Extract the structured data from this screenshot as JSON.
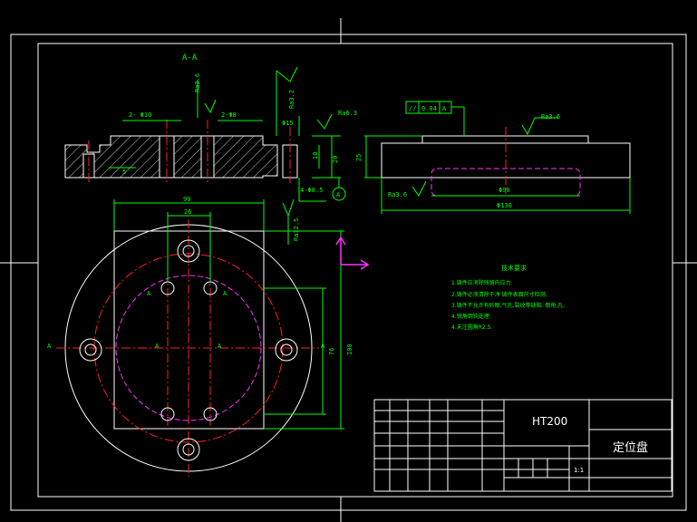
{
  "drawing": {
    "title": "定位盘",
    "material": "HT200",
    "scale": "1:1",
    "colors": {
      "background": "#000000",
      "outline": "#ffffff",
      "dimension": "#00ff00",
      "centerline": "#ff2020",
      "hidden": "#ff33ff",
      "text": "#00ff00",
      "ucs_icon": "#ff33ff",
      "section_arrow": "#ffff00"
    }
  },
  "section_view": {
    "label": "A-A",
    "annotations": {
      "holes_left": "2- Φ10",
      "holes_right": "2-Φ8",
      "roughness_top": "Ra3.6",
      "roughness_v1": "Ra3.2",
      "roughness_v2": "Ra6.3",
      "dim_bore": "Φ15",
      "dim_depth": "10",
      "dim_height": "20",
      "dim_thread": "4-Φ8.5",
      "roughness_bottom": "Ra12.5",
      "dim_left": "5",
      "section_marker": "A"
    }
  },
  "side_view": {
    "annotations": {
      "tolerance_symbol": "//",
      "tolerance_value": "0.04",
      "tolerance_datum": "A",
      "roughness_top": "Ra3.6",
      "roughness_left": "Ra3.6",
      "dim_height": "25",
      "dim_inner": "Φ90",
      "dim_outer": "Φ130"
    }
  },
  "plan_view": {
    "annotations": {
      "dim_90": "90",
      "dim_26": "26",
      "dim_76": "76",
      "dim_100": "100",
      "section_mark": "A"
    }
  },
  "tech_requirements": {
    "title": "技术要求",
    "items": [
      "1.铸件应消除残留内应力.",
      "2.铸件必须清除干净 铸件表面尺寸检测.",
      "3.铸件不允许有砂眼,气孔,裂纹等缺陷. 倒角,孔,",
      "4.锐角倒钝处理.",
      "4.未注圆角R2.5."
    ]
  }
}
